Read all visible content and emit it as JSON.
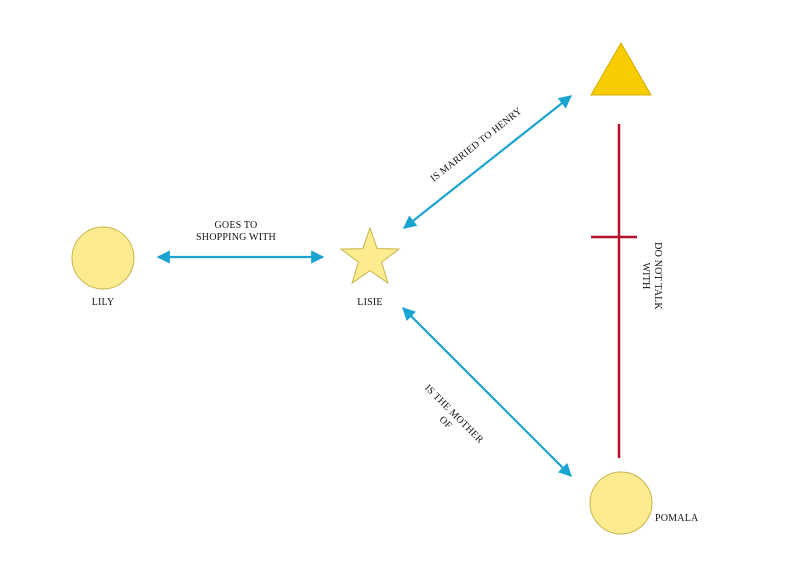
{
  "nodes": {
    "lily": {
      "label": "LILY",
      "shape": "circle"
    },
    "lisie": {
      "label": "LISIE",
      "shape": "star"
    },
    "henry": {
      "label": "",
      "shape": "triangle"
    },
    "pomala": {
      "label": "POMALA",
      "shape": "circle"
    }
  },
  "edges": {
    "lily_lisie": {
      "line1": "GOES TO",
      "line2": "SHOPPING WITH"
    },
    "lisie_henry": {
      "line1": "IS MARRIED TO HENRY"
    },
    "lisie_pomala": {
      "line1": "IS THE MOTHER",
      "line2": "OF"
    },
    "henry_pomala": {
      "line1": "DO NOT TALK",
      "line2": "WITH"
    }
  },
  "colors": {
    "node_fill": "#fceb8f",
    "node_stroke": "#c8b44a",
    "triangle_fill": "#f7cc00",
    "arrow": "#1aa3d1",
    "conflict": "#b3102a"
  }
}
